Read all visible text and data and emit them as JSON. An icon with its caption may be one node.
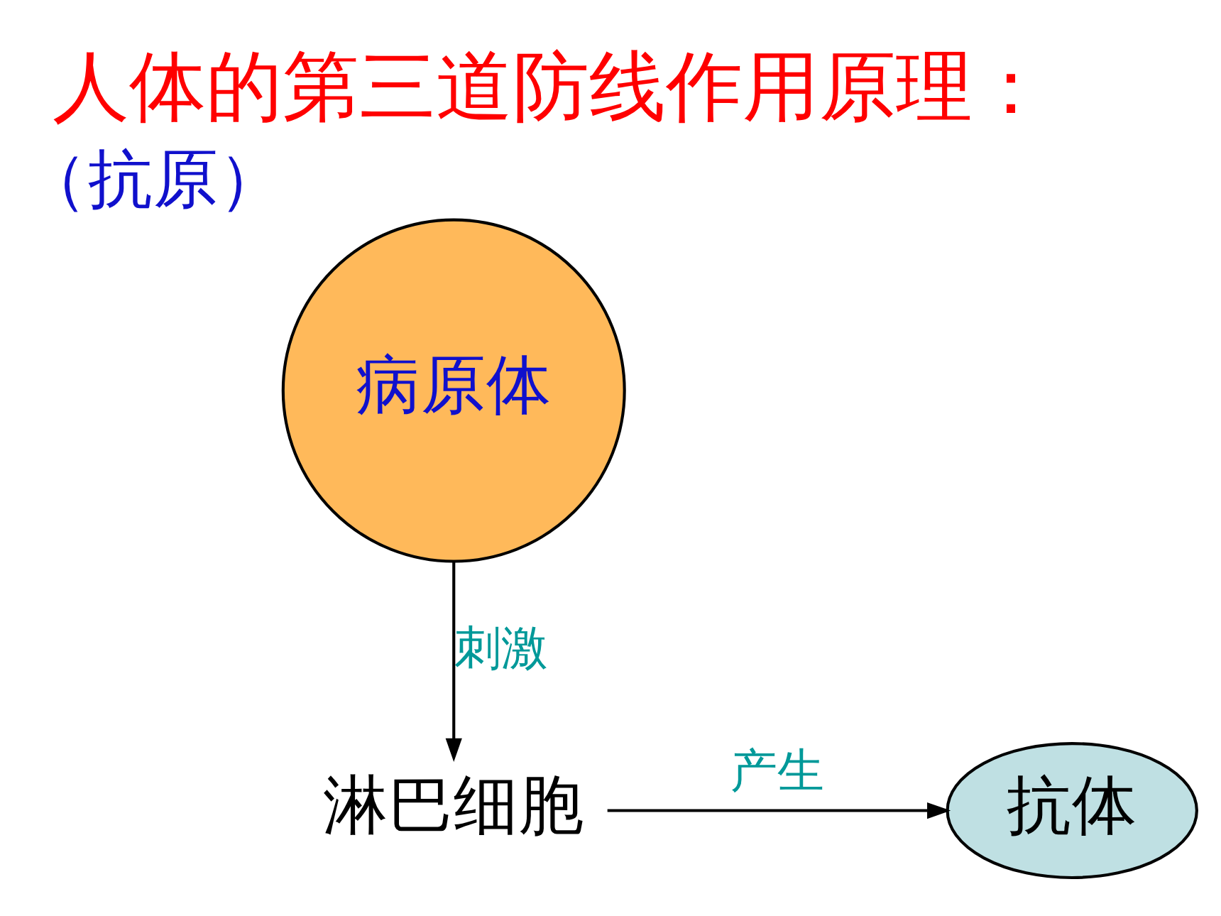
{
  "diagram": {
    "title": "人体的第三道防线作用原理：",
    "nodes": [
      {
        "text": [
          "病原体"
        ],
        "beside": [
          "（抗原）"
        ]
      },
      {
        "text": [
          "淋巴细胞"
        ]
      },
      {
        "text": [
          "抗体"
        ]
      }
    ],
    "edges": [
      {
        "from": 0,
        "to": 1,
        "arrow": "to",
        "label": "刺激"
      },
      {
        "from": 1,
        "to": 2,
        "arrow": "to",
        "label": "产生"
      }
    ]
  }
}
